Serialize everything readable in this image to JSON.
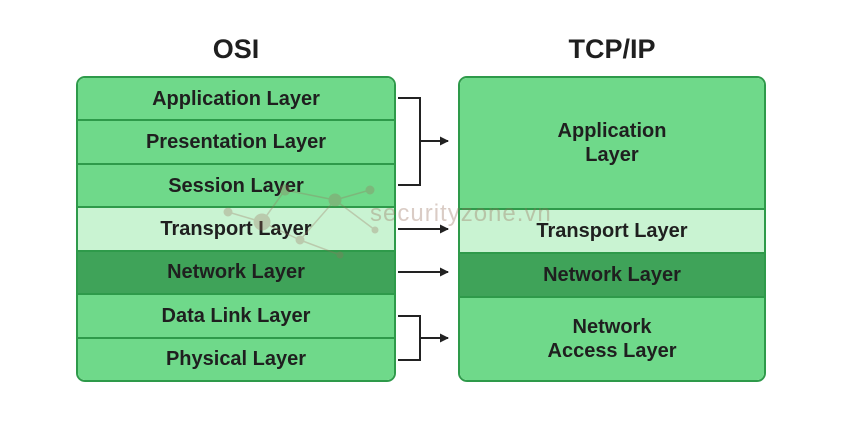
{
  "osi": {
    "title": "OSI",
    "layers": [
      "Application Layer",
      "Presentation Layer",
      "Session Layer",
      "Transport Layer",
      "Network Layer",
      "Data Link Layer",
      "Physical Layer"
    ]
  },
  "tcpip": {
    "title": "TCP/IP",
    "layers": [
      "Application\nLayer",
      "Transport Layer",
      "Network Layer",
      "Network\nAccess Layer"
    ]
  },
  "watermark": "securityzone.vn",
  "colors": {
    "border": "#2e9a4a",
    "layer_mid": "#6fd98a",
    "layer_light": "#c9f3d2",
    "layer_dark": "#3fa359",
    "connector": "#222222"
  }
}
